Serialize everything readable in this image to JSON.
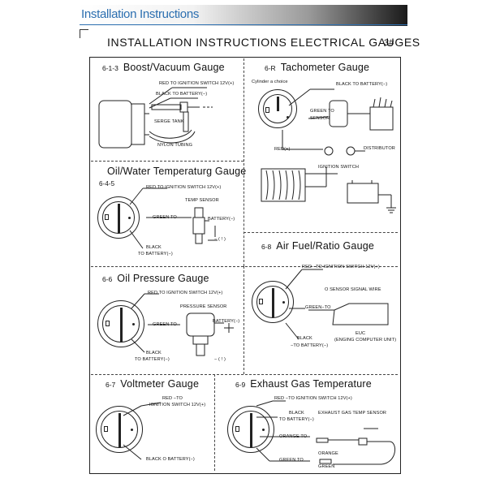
{
  "header": {
    "title": "Installation Instructions",
    "main_title": "INSTALLATION INSTRUCTIONS ELECTRICAL GAUGES",
    "page_number": "3#"
  },
  "sections": {
    "boost": {
      "number": "6-1-3",
      "title": "Boost/Vacuum Gauge",
      "labels": [
        "RED  TO IGNITION SWITCH 12V(+)",
        "BLACK  TO BATTERY(−)",
        "SERGE TANK",
        "NYLON TUBING"
      ]
    },
    "tach": {
      "number": "6-R",
      "title": "Tachometer Gauge",
      "labels": [
        "Cylinder a choice",
        "BLACK  TO BATTERY(−)",
        "GREEN TO",
        "SENSOR",
        "RED(+)",
        "DISTRIBUTOR",
        "IGNITION SWITCH"
      ]
    },
    "oilwater": {
      "number": "6-4-5",
      "title": "Oil/Water Temperaturg Gauge",
      "labels": [
        "RED TO IGNITION SWITCH 12V(+)",
        "TEMP SENSOR",
        "GREEN TO",
        "BATTERY(−)",
        "− ( ! )",
        "BLACK",
        "TO BATTERY(−)"
      ]
    },
    "afr": {
      "number": "6-8",
      "title": "Air Fuel/Ratio Gauge",
      "labels": [
        "RED −TO IGNITION SWITCH 12V(+)",
        "O  SENSOR SIGNAL WIRE",
        "GREEN−TO",
        "BLACK",
        "−TO BATTERY(−)",
        "EUC",
        "(ENGING COMPUTER UNIT)"
      ]
    },
    "oilpress": {
      "number": "6-6",
      "title": "Oil Pressure Gauge",
      "labels": [
        "RED TO IGNITION SWITCH 12V(+)",
        "PRESSURE SENSOR",
        "GREEN TO",
        "BATTERY(−)",
        "BLACK",
        "TO BATTERY(−)",
        "− ( ! )"
      ]
    },
    "volt": {
      "number": "6-7",
      "title": "Voltmeter Gauge",
      "labels": [
        "RED −TO",
        "IGNITION SWITCH 12V(+)",
        "BLACK    O BATTERY(−)"
      ]
    },
    "egt": {
      "number": "6-9",
      "title": "Exhaust Gas Temperature",
      "labels": [
        "RED −TO IGNITION SWITCH 12V(+)",
        "BLACK",
        "TO BATTERY(−)",
        "EXHAUST GAS TEMP SENSOR",
        "ORANGE TO",
        "ORANGE",
        "GREEN TO",
        "GREEN"
      ]
    }
  }
}
